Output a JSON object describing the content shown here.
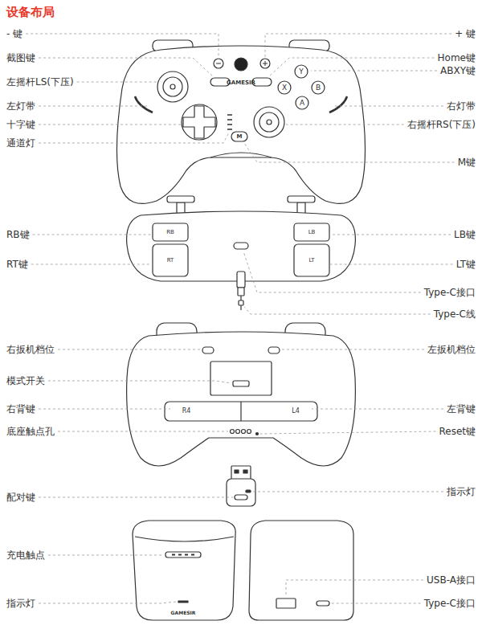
{
  "diagram": {
    "title": "设备布局",
    "labels": [
      "- 键",
      "+ 键",
      "截图键",
      "Home键",
      "左摇杆LS(下压)",
      "ABXY键",
      "左灯带",
      "右灯带",
      "十字键",
      "右摇杆RS(下压)",
      "通道灯",
      "M键",
      "RB键",
      "LB键",
      "RT键",
      "LT键",
      "Type-C接口",
      "Type-C线",
      "右扳机档位",
      "左扳机档位",
      "模式开关",
      "右背键",
      "左背键",
      "底座触点孔",
      "Reset键",
      "配对键",
      "指示灯",
      "充电触点",
      "USB-A接口",
      "指示灯",
      "Type-C接口",
      "GAMESIR",
      "Y",
      "X",
      "B",
      "A",
      "M",
      "RB",
      "LB",
      "RT",
      "LT",
      "R4",
      "L4",
      "GAMESIR"
    ]
  }
}
